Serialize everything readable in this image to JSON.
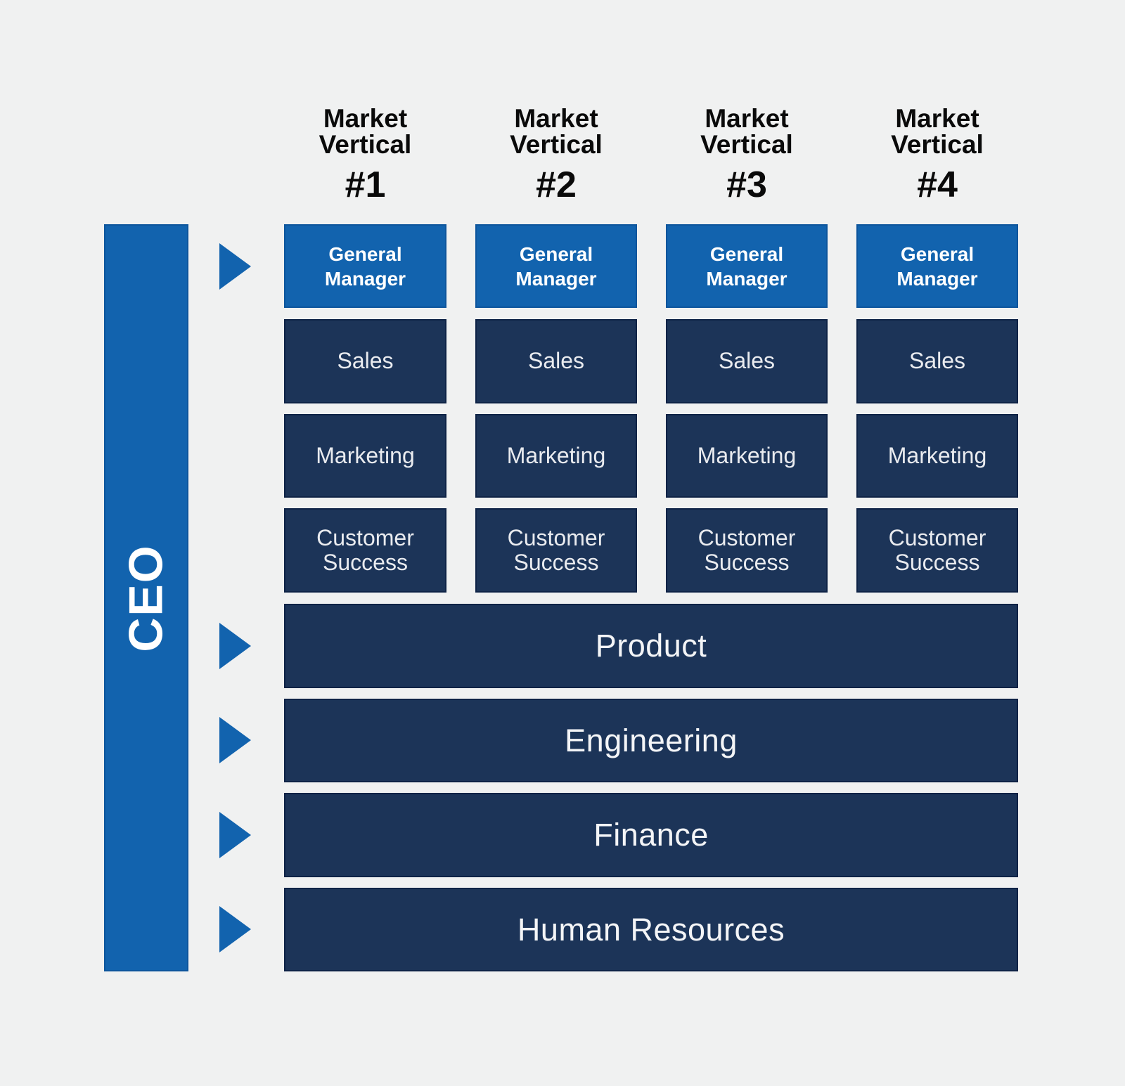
{
  "colors": {
    "background": "#f0f1f1",
    "accent_blue": "#1263ae",
    "accent_blue_border": "#0d559c",
    "navy": "#1c3458",
    "navy_border": "#0e2346",
    "header_text": "#0a0a0a",
    "light_text": "#e9ebef",
    "white_text": "#ffffff"
  },
  "icons": {
    "connector": "arrow-right-icon"
  },
  "ceo": {
    "label": "CEO"
  },
  "columns": [
    {
      "header_line1": "Market",
      "header_line2": "Vertical",
      "header_number": "#1",
      "general_manager": "General Manager",
      "departments": [
        "Sales",
        "Marketing",
        "Customer Success"
      ]
    },
    {
      "header_line1": "Market",
      "header_line2": "Vertical",
      "header_number": "#2",
      "general_manager": "General Manager",
      "departments": [
        "Sales",
        "Marketing",
        "Customer Success"
      ]
    },
    {
      "header_line1": "Market",
      "header_line2": "Vertical",
      "header_number": "#3",
      "general_manager": "General Manager",
      "departments": [
        "Sales",
        "Marketing",
        "Customer Success"
      ]
    },
    {
      "header_line1": "Market",
      "header_line2": "Vertical",
      "header_number": "#4",
      "general_manager": "General Manager",
      "departments": [
        "Sales",
        "Marketing",
        "Customer Success"
      ]
    }
  ],
  "shared_rows": [
    "Product",
    "Engineering",
    "Finance",
    "Human Resources"
  ]
}
